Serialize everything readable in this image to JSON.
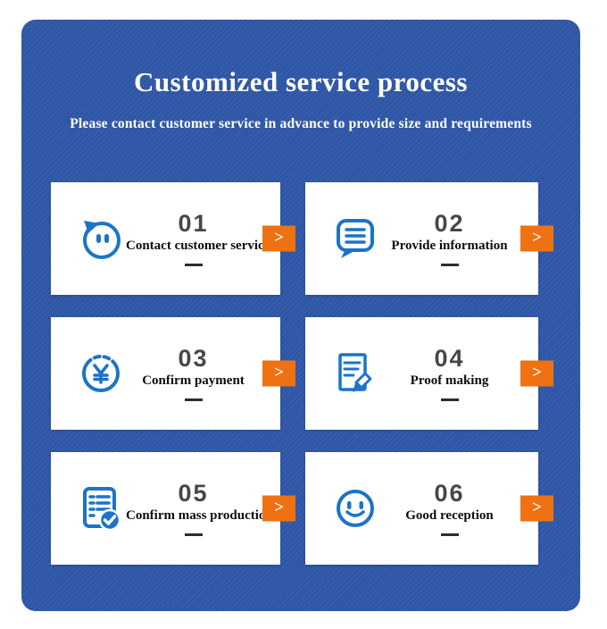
{
  "panel": {
    "title": "Customized service process",
    "subtitle": "Please contact customer service in advance to provide size and requirements"
  },
  "colors": {
    "panel_blue": "#2e56a6",
    "card_white": "#ffffff",
    "accent_orange": "#ee7112",
    "icon_blue": "#1b74c8",
    "number_gray": "#474747",
    "label_black": "#0d0d0d"
  },
  "steps": [
    {
      "number": "01",
      "label": "Contact customer service",
      "icon": "chat-smiley-icon",
      "arrow_label": ">"
    },
    {
      "number": "02",
      "label": "Provide information",
      "icon": "message-lines-icon",
      "arrow_label": ">"
    },
    {
      "number": "03",
      "label": "Confirm payment",
      "icon": "yen-coin-icon",
      "arrow_label": ">"
    },
    {
      "number": "04",
      "label": "Proof making",
      "icon": "document-pencil-icon",
      "arrow_label": ">"
    },
    {
      "number": "05",
      "label": "Confirm mass production",
      "icon": "checklist-check-icon",
      "arrow_label": ">"
    },
    {
      "number": "06",
      "label": "Good reception",
      "icon": "smiley-face-icon",
      "arrow_label": ">"
    }
  ]
}
